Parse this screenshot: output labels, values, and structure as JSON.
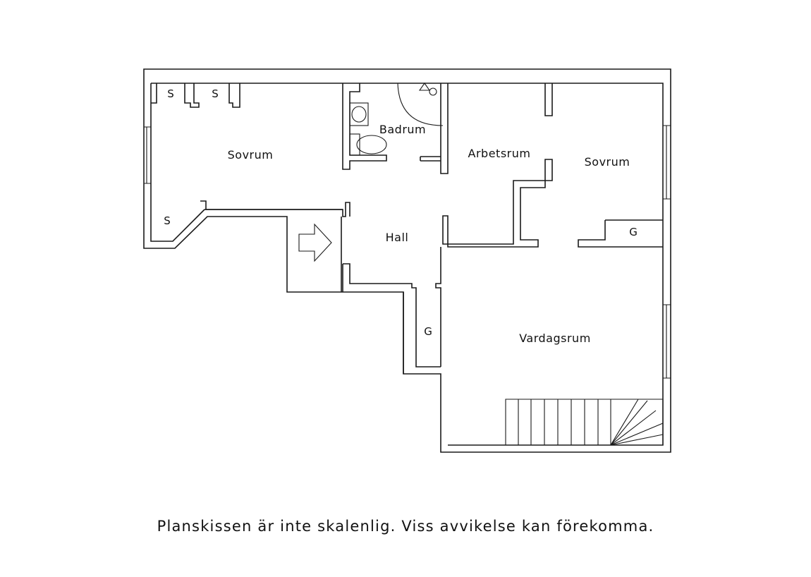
{
  "rooms": {
    "sovrum_left": "Sovrum",
    "badrum": "Badrum",
    "arbetsrum": "Arbetsrum",
    "sovrum_right": "Sovrum",
    "hall": "Hall",
    "vardagsrum": "Vardagsrum"
  },
  "storage": {
    "s1": "S",
    "s2": "S",
    "s3": "S",
    "g1": "G",
    "g2": "G"
  },
  "caption": "Planskissen är inte skalenlig. Viss avvikelse kan förekomma."
}
